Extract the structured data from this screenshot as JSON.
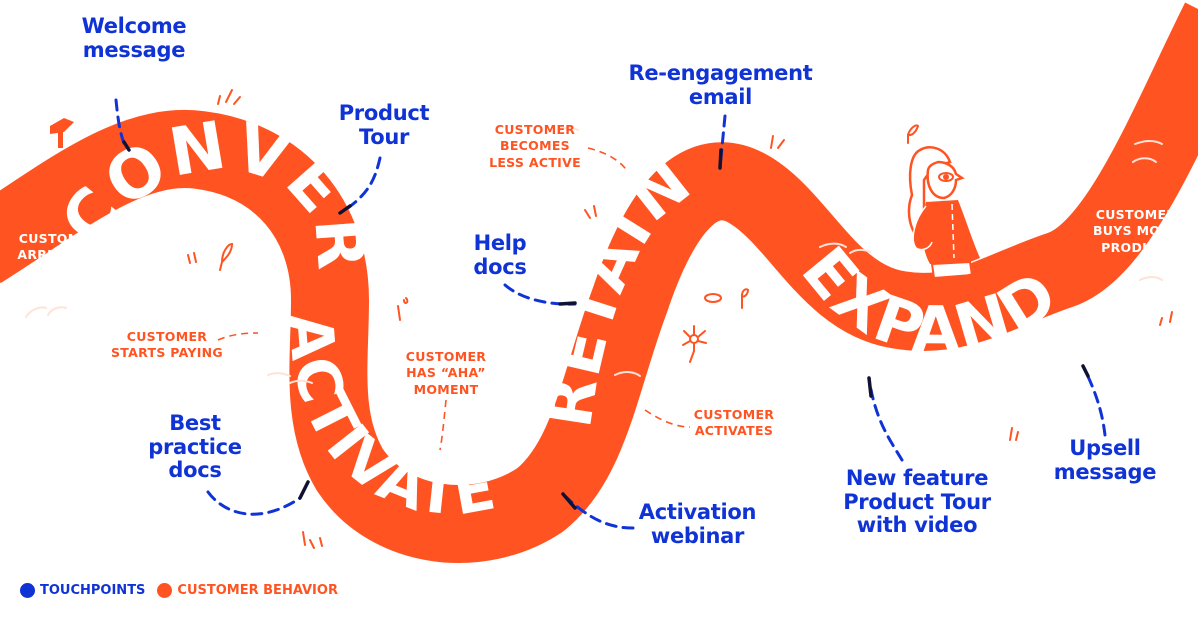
{
  "colors": {
    "touchpoint": "#1033d6",
    "customer_behavior": "#ff5422",
    "road": "#ff5422",
    "background": "#ffffff"
  },
  "stages": [
    {
      "name": "CONVERT"
    },
    {
      "name": "ACTIVATE"
    },
    {
      "name": "RETAIN"
    },
    {
      "name": "EXPAND"
    }
  ],
  "touchpoints": [
    {
      "label": "Welcome\nmessage"
    },
    {
      "label": "Product\nTour"
    },
    {
      "label": "Best\npractice\ndocs"
    },
    {
      "label": "Help\ndocs"
    },
    {
      "label": "Re-engagement\nemail"
    },
    {
      "label": "Activation\nwebinar"
    },
    {
      "label": "New feature\nProduct Tour\nwith video"
    },
    {
      "label": "Upsell\nmessage"
    }
  ],
  "customer_behaviors": [
    {
      "label": "CUSTOMER\nARRIVES IN\nPRODUCT"
    },
    {
      "label": "CUSTOMER\nSTARTS PAYING"
    },
    {
      "label": "CUSTOMER\nHAS “AHA”\nMOMENT"
    },
    {
      "label": "CUSTOMER\nBECOMES\nLESS ACTIVE"
    },
    {
      "label": "CUSTOMER\nACTIVATES"
    },
    {
      "label": "CUSTOMER\nBUYS MORE\nPRODUCT"
    }
  ],
  "legend": {
    "touchpoints": "TOUCHPOINTS",
    "customer_behavior": "CUSTOMER BEHAVIOR"
  },
  "icons": {
    "signpost": "signpost-icon",
    "walking_person": "person-walking-illustration",
    "flower": "flower-icon",
    "sprout": "sprout-icon"
  }
}
